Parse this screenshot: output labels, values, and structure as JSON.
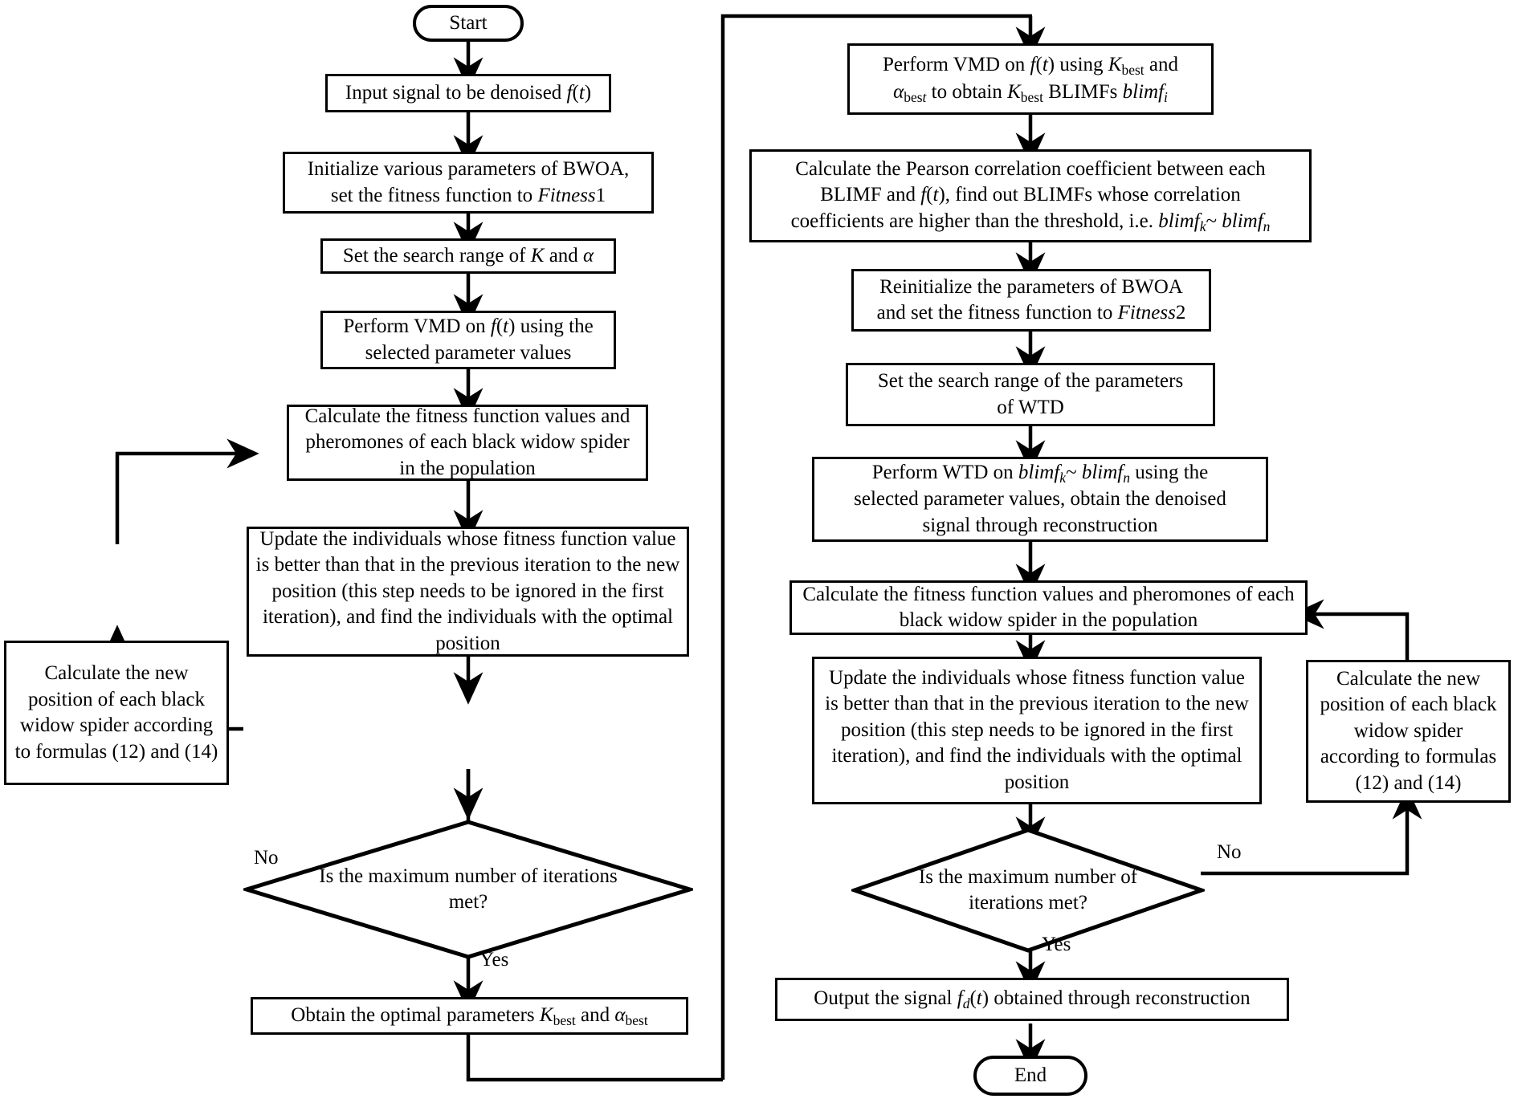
{
  "diagram": {
    "title": "BWOA-VMD-WTD denoising algorithm flowchart",
    "type": "flowchart",
    "line_color": "#000000",
    "background": "#ffffff",
    "left_column": {
      "start": "Start",
      "n1": "Input signal to be denoised f(t)",
      "n2": "Initialize various parameters of BWOA, set the fitness function to Fitness1",
      "n3": "Set the search range of K and α",
      "n4": "Perform VMD on f(t) using the selected parameter values",
      "n5": "Calculate the fitness function values and pheromones of each black widow spider in the population",
      "n6": "Update the individuals whose fitness function value is better than that in the previous iteration to the new position (this step needs to be ignored in the first iteration), and find the individuals with the optimal position",
      "n7_left": "Calculate the new position of each black widow spider according to formulas (12) and (14)",
      "decision": "Is the maximum number of iterations met?",
      "label_no": "No",
      "label_yes": "Yes",
      "n8": "Obtain the optimal parameters K_best and α_best"
    },
    "right_column": {
      "r1": "Perform VMD on f(t) using K_best and α_best to obtain K_best BLIMFs blimf_i",
      "r2": "Calculate the Pearson correlation coefficient between each BLIMF and f(t), find out BLIMFs whose correlation coefficients are higher than the threshold, i.e. blimf_k ~ blimf_n",
      "r3": "Reinitialize the parameters of BWOA and set the fitness function to Fitness2",
      "r4": "Set the search range of the parameters of WTD",
      "r5": "Perform WTD on blimf_k ~ blimf_n using the selected parameter values, obtain the denoised signal through reconstruction",
      "r6": "Calculate the fitness function values and pheromones of each black widow spider in the population",
      "r7": "Update the individuals whose fitness function value is better than that in the previous iteration to the new position (this step needs to be ignored in the first iteration), and find the individuals with the optimal position",
      "r7_right": "Calculate the new position of each black widow spider according to formulas (12) and (14)",
      "decision": "Is the maximum number of iterations met?",
      "label_no": "No",
      "label_yes": "Yes",
      "r8": "Output the signal f_d(t) obtained through reconstruction",
      "end": "End"
    }
  }
}
